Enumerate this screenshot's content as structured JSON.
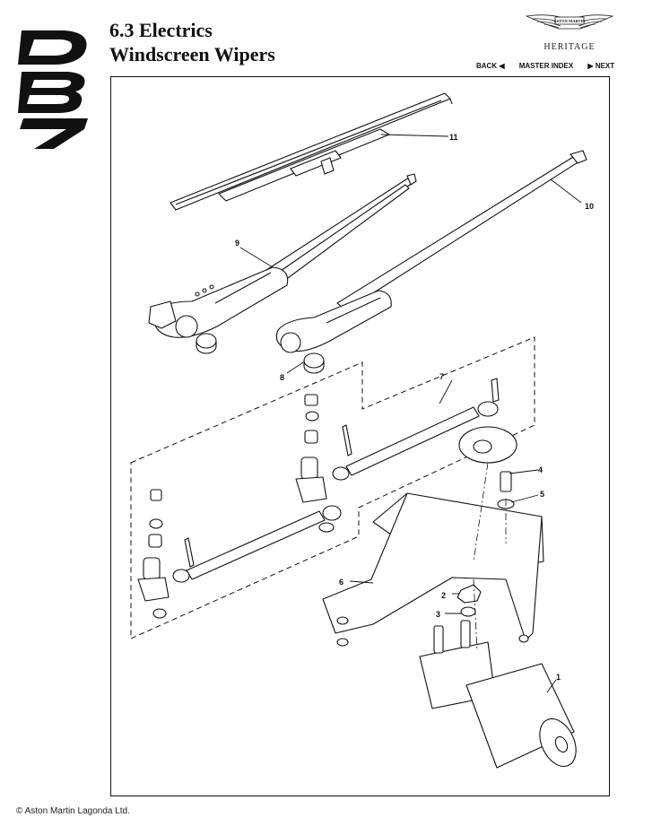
{
  "header": {
    "section_title": "6.3 Electrics",
    "page_title": "Windscreen Wipers"
  },
  "branding": {
    "logo_text": "DB7",
    "brand_badge_text": "ASTON MARTIN",
    "heritage_label": "HERITAGE"
  },
  "nav": {
    "back_label": "BACK",
    "master_index_label": "MASTER INDEX",
    "next_label": "NEXT"
  },
  "diagram": {
    "callouts": [
      "1",
      "2",
      "3",
      "4",
      "5",
      "6",
      "7",
      "8",
      "9",
      "10",
      "11"
    ]
  },
  "footer": {
    "copyright": "© Aston Martin Lagonda Ltd."
  }
}
